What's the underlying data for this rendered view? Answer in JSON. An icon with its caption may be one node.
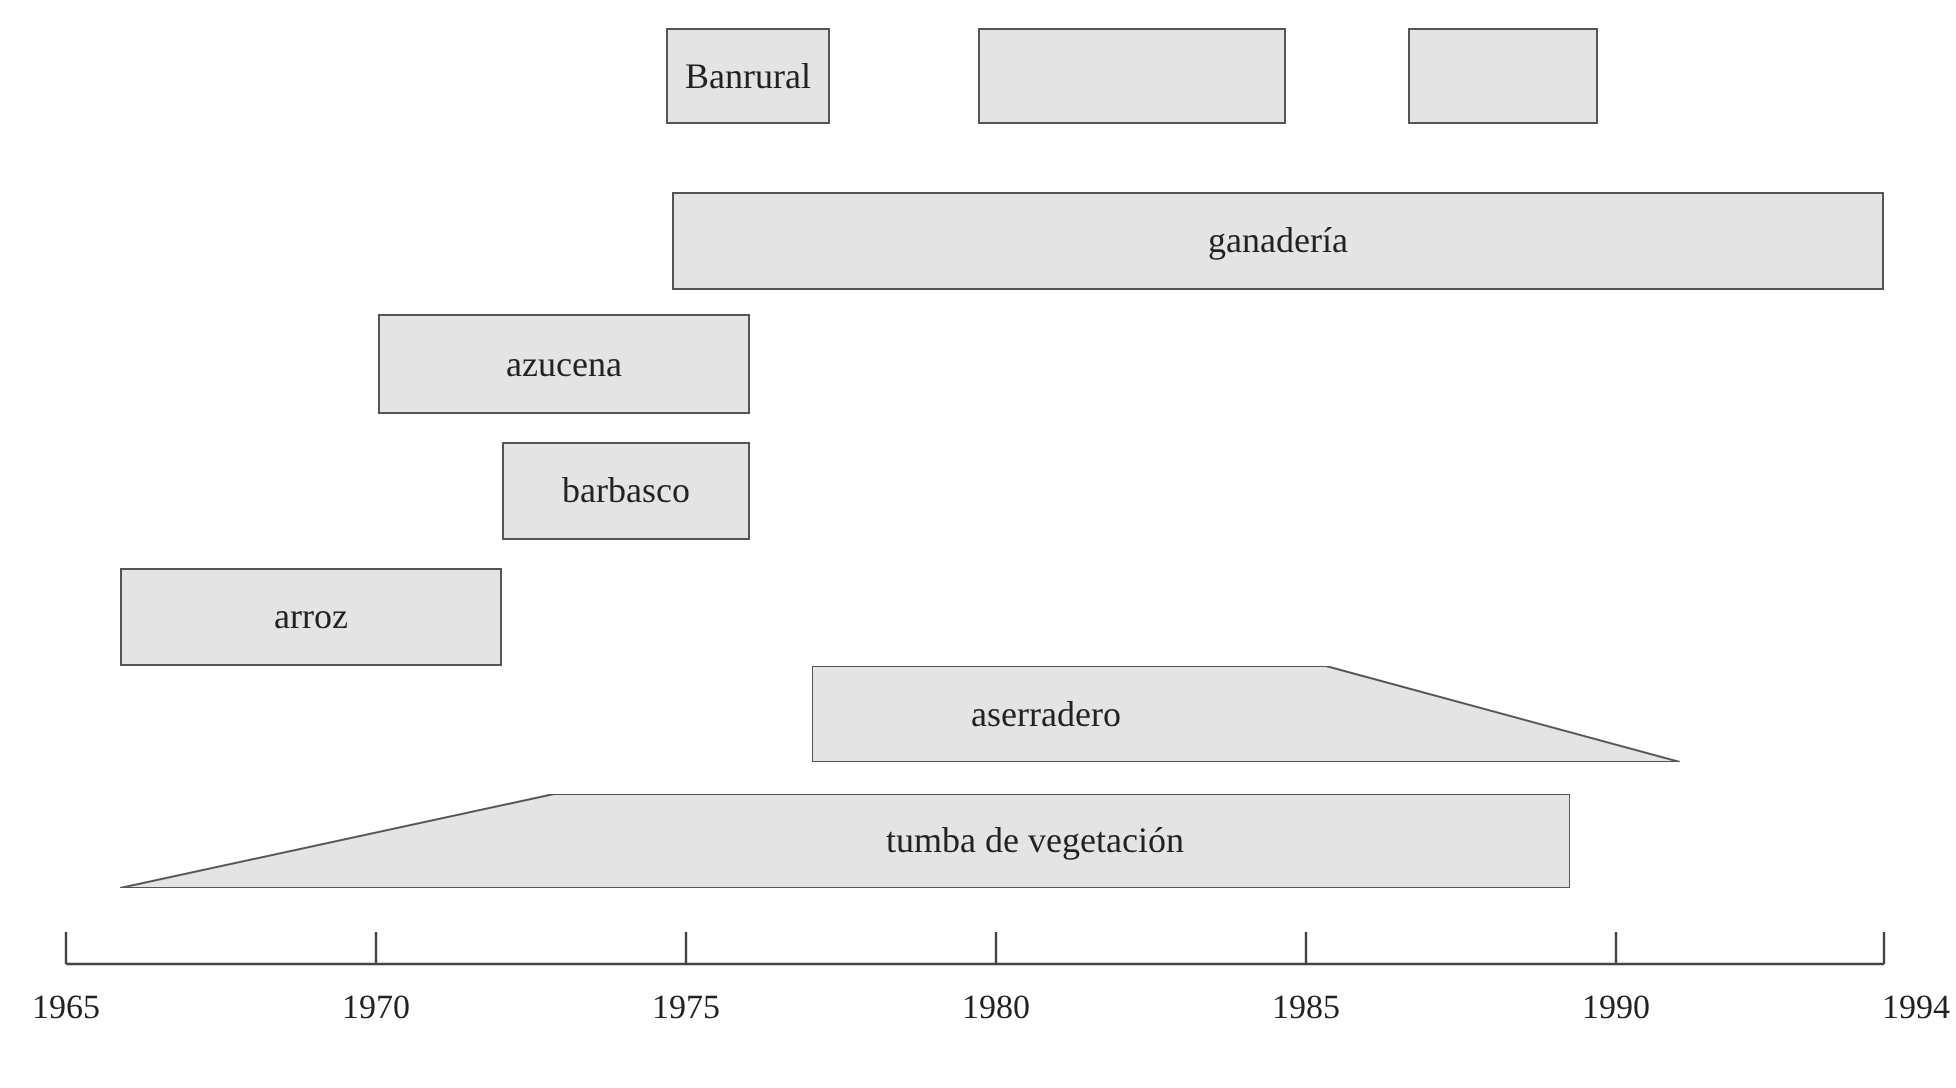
{
  "diagram": {
    "nodes": [
      {
        "text": [
          "Banrural"
        ]
      },
      {
        "text": [],
        "shape": "box"
      },
      {
        "text": [],
        "shape": "box"
      },
      {
        "text": [
          "ganadería"
        ]
      },
      {
        "text": [
          "azucena"
        ]
      },
      {
        "text": [
          "barbasco"
        ]
      },
      {
        "text": [
          "arroz"
        ]
      },
      {
        "text": [
          "aserradero"
        ]
      },
      {
        "text": [
          "tumba de vegetación"
        ]
      }
    ],
    "labels": [
      "1965",
      "1970",
      "1975",
      "1980",
      "1985",
      "1990",
      "1994"
    ]
  }
}
